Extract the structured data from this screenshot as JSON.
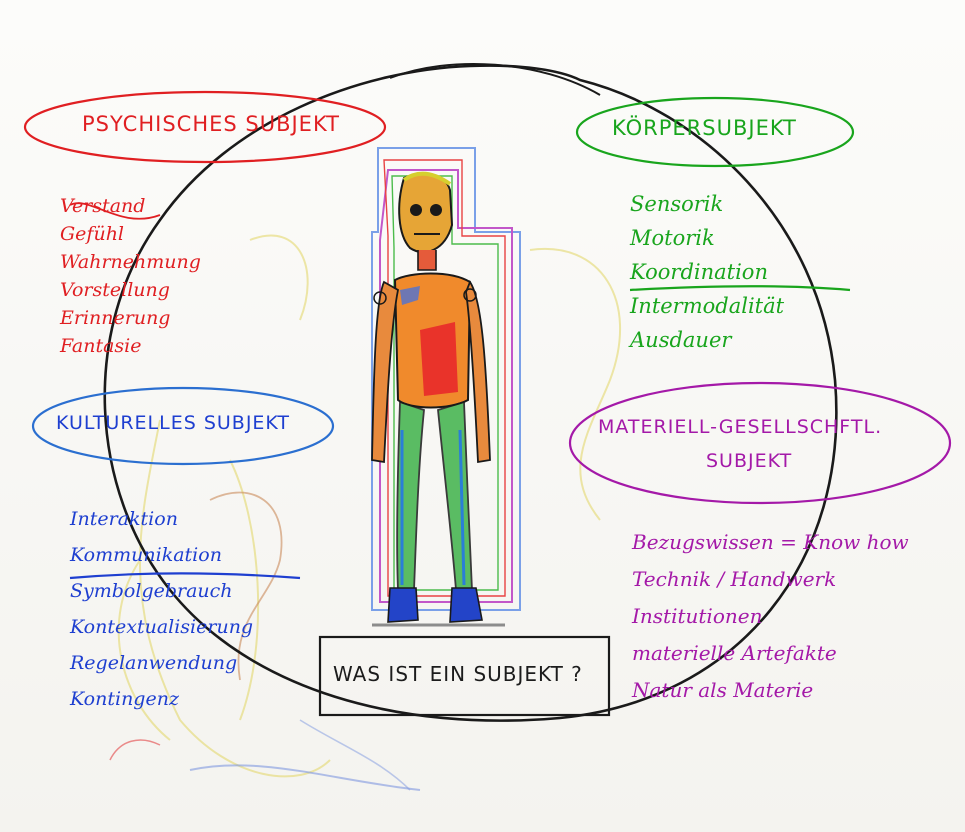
{
  "sections": {
    "psychisches": {
      "title": "PSYCHISCHES SUBJEKT",
      "items": [
        "Verstand",
        "Gefühl",
        "Wahrnehmung",
        "Vorstellung",
        "Erinnerung",
        "Fantasie"
      ],
      "color": "#e01f22"
    },
    "koerper": {
      "title": "KÖRPERSUBJEKT",
      "items": [
        "Sensorik",
        "Motorik",
        "Koordination",
        "Intermodalität",
        "Ausdauer"
      ],
      "color": "#19a51d"
    },
    "kulturelles": {
      "title": "KULTURELLES SUBJEKT",
      "items": [
        "Interaktion",
        "Kommunikation",
        "Symbolgebrauch",
        "Kontextualisierung",
        "Regelanwendung",
        "Kontingenz"
      ],
      "color": "#1e3fd0"
    },
    "materiell": {
      "title_line1": "MATERIELL-GESELLSCHFTL.",
      "title_line2": "SUBJEKT",
      "items": [
        "Bezugswissen = Know how",
        "Technik / Handwerk",
        "Institutionen",
        "materielle Artefakte",
        "Natur als Materie"
      ],
      "color": "#a419a8"
    }
  },
  "center": {
    "question": "WAS IST EIN SUBJEKT ?"
  }
}
